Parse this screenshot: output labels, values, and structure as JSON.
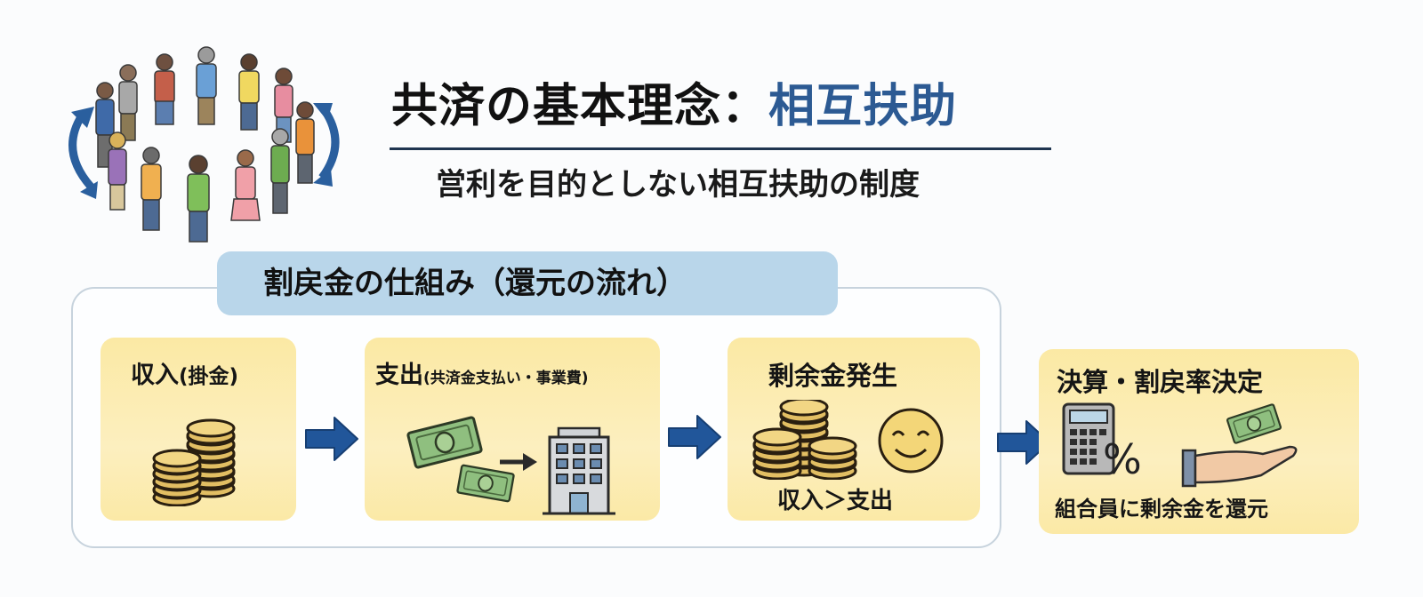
{
  "header": {
    "title_main": "共済の基本理念：",
    "title_accent": "相互扶助",
    "subtitle": "営利を目的としない相互扶助の制度",
    "illustration": "people-holding-hands-circle"
  },
  "colors": {
    "accent_blue": "#2c5a93",
    "arrow_blue": "#21569a",
    "card_yellow": "#fbeaaa",
    "section_label_bg": "#b9d6ea",
    "frame_border": "#c7d3dd",
    "rule": "#1f3550"
  },
  "flow": {
    "section_label": "割戻金の仕組み（還元の流れ）",
    "steps": [
      {
        "title": "収入",
        "title_note": "(掛金)",
        "icon": "coin-stacks-icon",
        "footer": ""
      },
      {
        "title": "支出",
        "title_note": "(共済金支払い・事業費)",
        "icon": "money-to-building-icon",
        "footer": ""
      },
      {
        "title": "剰余金発生",
        "title_note": "",
        "icon": "coins-and-smiley-icon",
        "footer": "収入＞支出"
      },
      {
        "title": "決算・割戻率決定",
        "title_note": "",
        "icon": "calculator-percent-and-hand-money-icon",
        "footer": "組合員に剰余金を還元"
      }
    ],
    "arrows": [
      "right-arrow-icon",
      "right-arrow-icon",
      "right-arrow-icon"
    ]
  }
}
